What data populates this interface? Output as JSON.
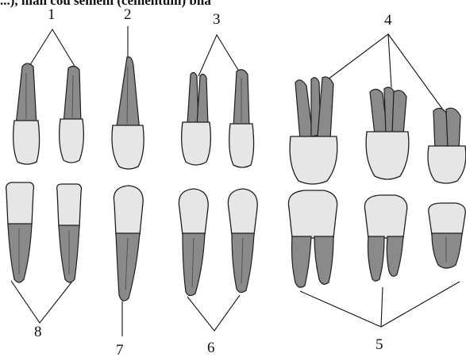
{
  "header_text": "...), màn cóu semeni (cementum) bilă",
  "labels": [
    "1",
    "2",
    "3",
    "4",
    "5",
    "6",
    "7",
    "8"
  ],
  "diagram": {
    "groups": [
      {
        "label": "1",
        "row": "upper",
        "teeth": 2,
        "type": "incisor"
      },
      {
        "label": "2",
        "row": "upper",
        "teeth": 1,
        "type": "canine"
      },
      {
        "label": "3",
        "row": "upper",
        "teeth": 2,
        "type": "premolar"
      },
      {
        "label": "4",
        "row": "upper",
        "teeth": 3,
        "type": "molar"
      },
      {
        "label": "5",
        "row": "lower",
        "teeth": 3,
        "type": "molar"
      },
      {
        "label": "6",
        "row": "lower",
        "teeth": 2,
        "type": "premolar"
      },
      {
        "label": "7",
        "row": "lower",
        "teeth": 1,
        "type": "canine"
      },
      {
        "label": "8",
        "row": "lower",
        "teeth": 2,
        "type": "incisor"
      }
    ]
  }
}
